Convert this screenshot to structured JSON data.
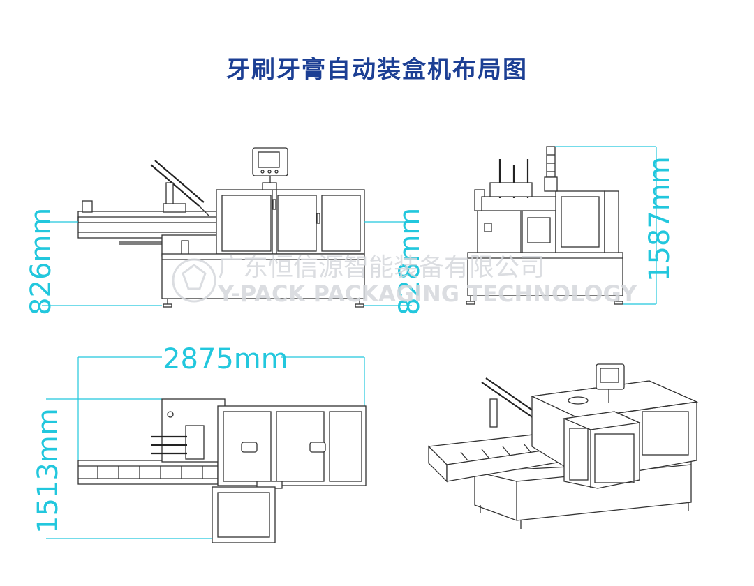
{
  "title": "牙刷牙膏自动装盒机布局图",
  "dimensions": {
    "front_height": "826mm",
    "side_height": "828mm",
    "side_total_height": "1587mm",
    "top_length": "2875mm",
    "top_width": "1513mm"
  },
  "watermark": {
    "company_cn": "广东恒信源智能装备有限公司",
    "company_en": "Y-PACK PACKAGING TECHNOLOGY"
  },
  "colors": {
    "title": "#1c3f94",
    "dimension": "#22c7dd",
    "line": "#333333",
    "watermark": "#d5d8dc"
  }
}
